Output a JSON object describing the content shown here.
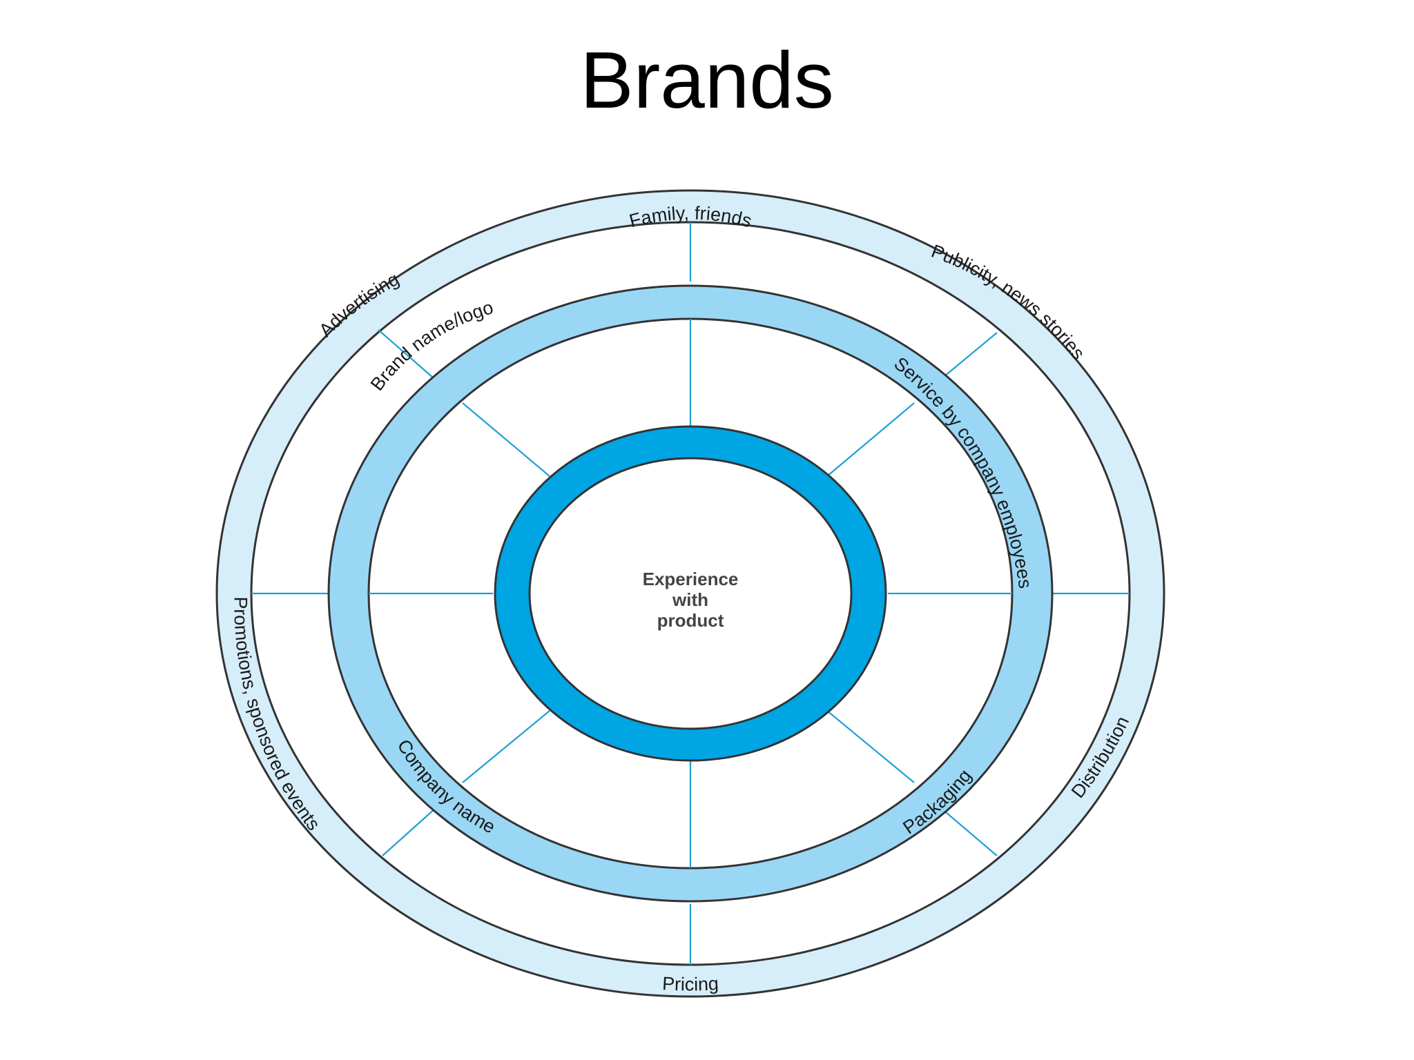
{
  "title": "Brands",
  "diagram": {
    "center": [
      "Experience",
      "with",
      "product"
    ],
    "inner_ring": [
      "Family, friends",
      "Brand name/logo",
      "Service by company employees",
      "Company name",
      "Packaging"
    ],
    "outer_ring": [
      "Advertising",
      "Publicity, news stories",
      "Promotions, sponsored events",
      "Distribution",
      "Pricing"
    ],
    "colors": {
      "outer_band": "#d6edfa",
      "middle_band": "#9ad7f5",
      "inner_band": "#00a5e3",
      "spoke": "#1e9fd6",
      "outline": "#333333"
    }
  }
}
